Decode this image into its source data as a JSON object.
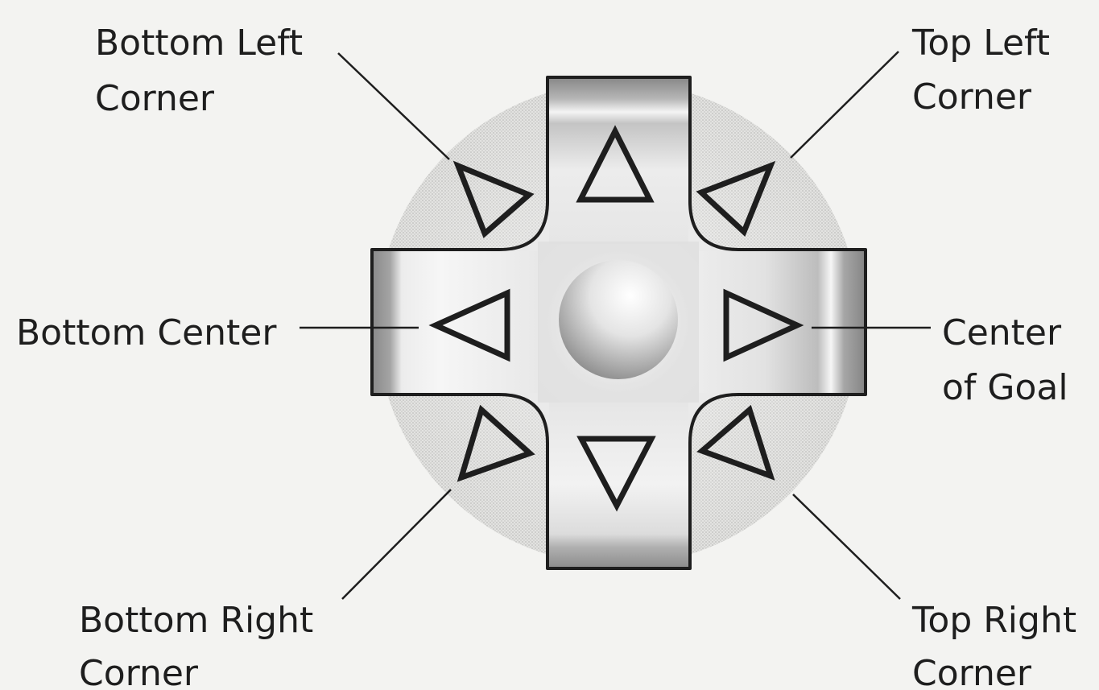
{
  "colors": {
    "background": "#f3f3f1",
    "ink": "#1e1e1e",
    "dial": "#d9d9d7",
    "pad_light": "#fafafa",
    "pad_mid": "#c8c8c8",
    "pad_dark": "#8e8e8e"
  },
  "labels": {
    "bottom_left": [
      "Bottom Left",
      "Corner"
    ],
    "top_left": [
      "Top Left",
      "Corner"
    ],
    "bottom_center": [
      "Bottom Center"
    ],
    "center_of_goal": [
      "Center",
      "of Goal"
    ],
    "bottom_right": [
      "Bottom Right",
      "Corner"
    ],
    "top_right": [
      "Top Right",
      "Corner"
    ]
  },
  "icons": {
    "dpad": "directional-pad-icon",
    "center_button": "center-button-icon",
    "arrows": [
      "arrow-up-icon",
      "arrow-down-icon",
      "arrow-left-icon",
      "arrow-right-icon",
      "arrow-up-left-icon",
      "arrow-up-right-icon",
      "arrow-down-left-icon",
      "arrow-down-right-icon"
    ]
  }
}
